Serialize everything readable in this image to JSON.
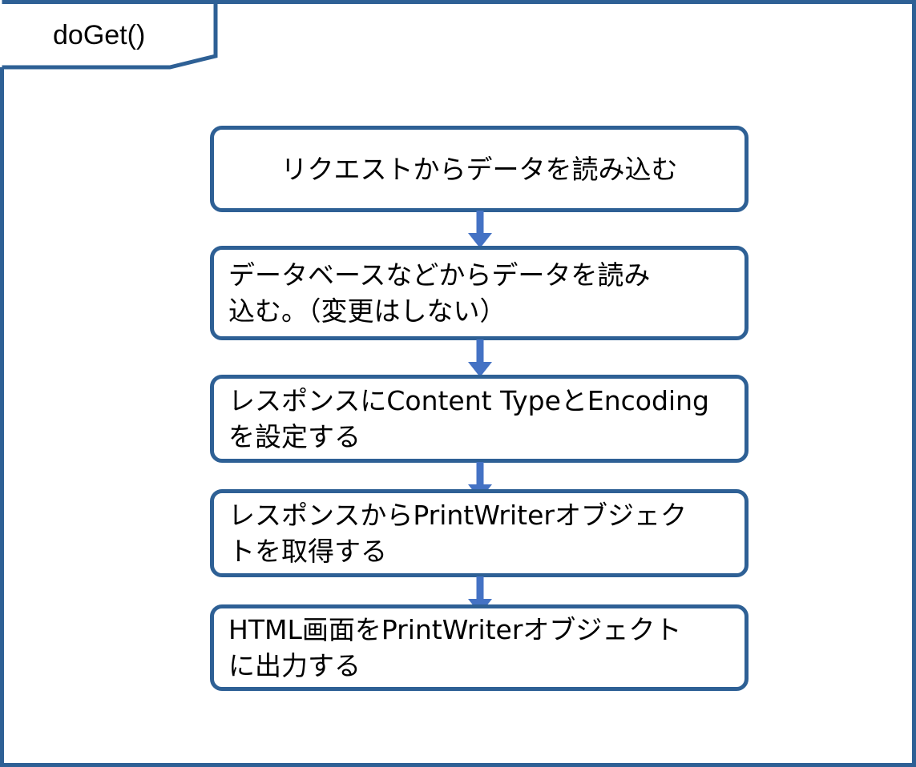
{
  "frame": {
    "tab_label": "doGet()",
    "border_color": "#2E6095",
    "background": "#FFFFFF"
  },
  "diagram": {
    "type": "flowchart",
    "orientation": "vertical",
    "box_border_color": "#2E6095",
    "arrow_color": "#4472C4",
    "text_color": "#000000",
    "steps": [
      {
        "id": "step-1",
        "text": "リクエストからデータを読み込む",
        "align": "center",
        "lines": 1
      },
      {
        "id": "step-2",
        "text": "データベースなどからデータを読み\n込む。（変更はしない）",
        "align": "left",
        "lines": 2
      },
      {
        "id": "step-3",
        "text": "レスポンスにContent TypeとEncoding\nを設定する",
        "align": "left",
        "lines": 2
      },
      {
        "id": "step-4",
        "text": "レスポンスからPrintWriterオブジェク\nトを取得する",
        "align": "left",
        "lines": 2
      },
      {
        "id": "step-5",
        "text": "HTML画面をPrintWriterオブジェクト\nに出力する",
        "align": "left",
        "lines": 2
      }
    ],
    "connectors": [
      {
        "id": "arrow-1",
        "from": "step-1",
        "to": "step-2"
      },
      {
        "id": "arrow-2",
        "from": "step-2",
        "to": "step-3"
      },
      {
        "id": "arrow-3",
        "from": "step-3",
        "to": "step-4"
      },
      {
        "id": "arrow-4",
        "from": "step-4",
        "to": "step-5"
      }
    ]
  }
}
